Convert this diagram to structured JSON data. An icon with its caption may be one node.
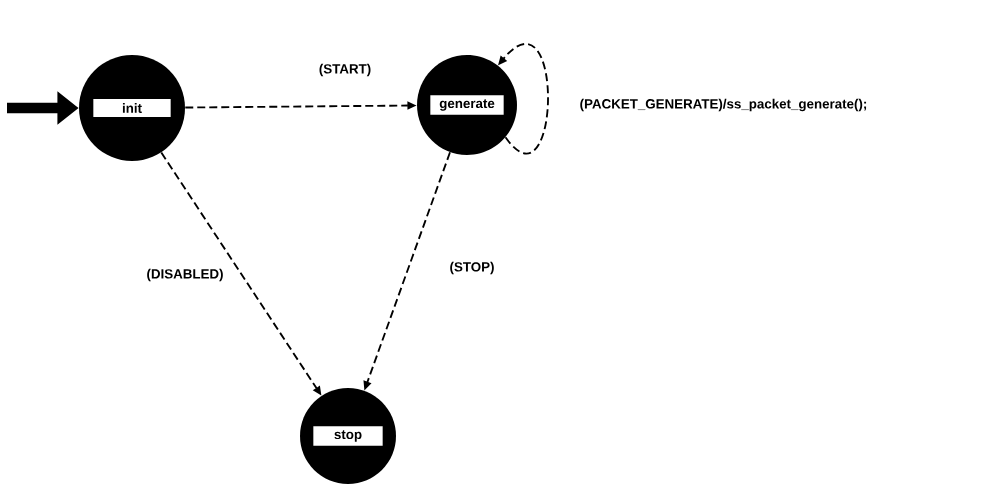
{
  "diagram": {
    "nodes": [
      {
        "text": [
          "init"
        ]
      },
      {
        "text": [
          "generate"
        ]
      },
      {
        "text": [
          "stop"
        ]
      }
    ],
    "edges": [
      {
        "from": 0,
        "to": 1,
        "arrow": "to",
        "label": "(START)",
        "style": "dashed"
      },
      {
        "from": 1,
        "to": 1,
        "arrow": "to",
        "label": "(PACKET_GENERATE)/ss_packet_generate();",
        "style": "dashed"
      },
      {
        "from": 0,
        "to": 2,
        "arrow": "to",
        "label": "(DISABLED)",
        "style": "dashed"
      },
      {
        "from": 1,
        "to": 2,
        "arrow": "to",
        "label": "(STOP)",
        "style": "dashed"
      },
      {
        "from": null,
        "to": 0,
        "arrow": "to",
        "style": "thick"
      }
    ]
  }
}
